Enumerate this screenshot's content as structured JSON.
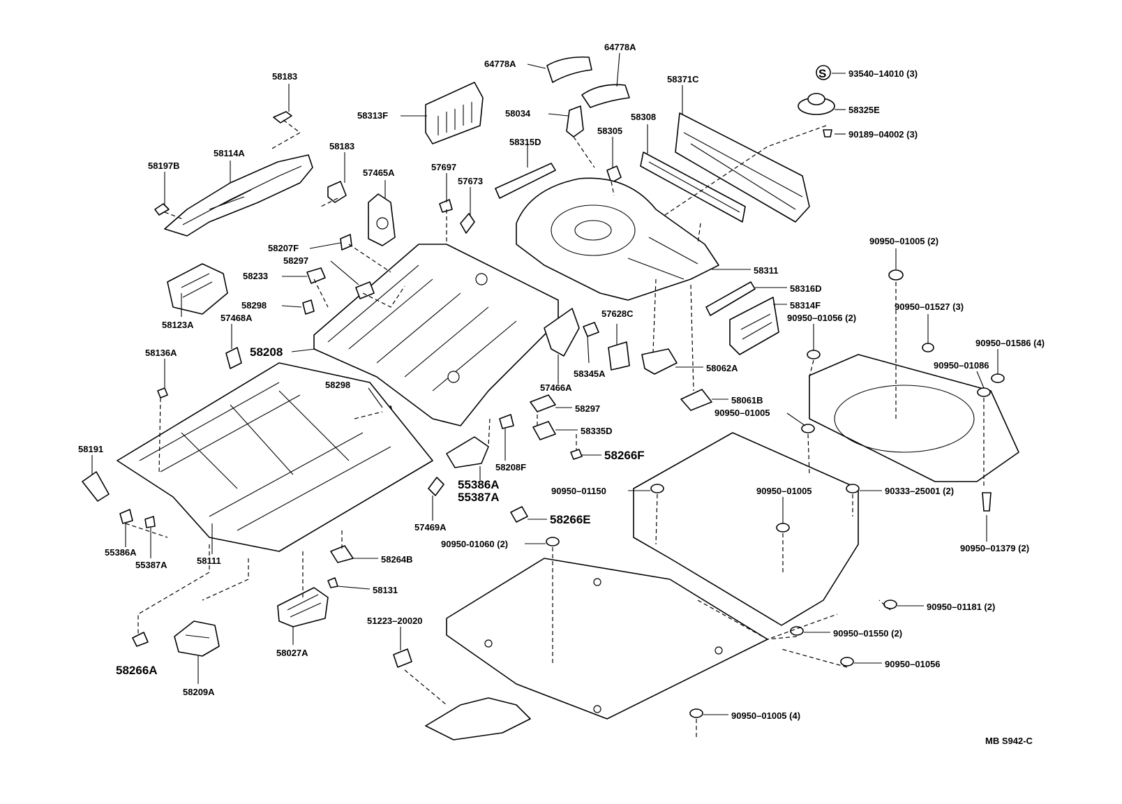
{
  "diagram_code": "MB S942-C",
  "labels": {
    "p58183a": "58183",
    "p58114a": "58114A",
    "p58197b": "58197B",
    "p58183b": "58183",
    "p57465a": "57465A",
    "p58313f": "58313F",
    "p64778a1": "64778A",
    "p64778a2": "64778A",
    "p58034": "58034",
    "p58371c": "58371C",
    "p93540": "93540–14010 (3)",
    "p58325e": "58325E",
    "p90189": "90189–04002 (3)",
    "p58315d": "58315D",
    "p58305": "58305",
    "p58308": "58308",
    "p57697": "57697",
    "p57673": "57673",
    "p58207f": "58207F",
    "p58297a": "58297",
    "p58233": "58233",
    "p58298a": "58298",
    "p58123a": "58123A",
    "p57468a": "57468A",
    "p58208": "58208",
    "p58136a": "58136A",
    "p58311": "58311",
    "p58316d": "58316D",
    "p58314f": "58314F",
    "p57628c": "57628C",
    "p58345a": "58345A",
    "p57466a": "57466A",
    "p58062a": "58062A",
    "p58061b": "58061B",
    "p58297b": "58297",
    "p58335d": "58335D",
    "p58266f": "58266F",
    "p58298b": "58298",
    "p58208f": "58208F",
    "p55386a_c": "55386A",
    "p55387a_c": "55387A",
    "p58266e": "58266E",
    "p57469a": "57469A",
    "p58191": "58191",
    "p55386a": "55386A",
    "p55387a": "55387A",
    "p58111": "58111",
    "p58264b": "58264B",
    "p58131": "58131",
    "p58266a": "58266A",
    "p58209a": "58209A",
    "p58027a": "58027A",
    "p51223": "51223–20020",
    "p90950_01005_2": "90950–01005 (2)",
    "p90950_01527": "90950–01527 (3)",
    "p90950_01056_2": "90950–01056 (2)",
    "p90950_01586": "90950–01586 (4)",
    "p90950_01086": "90950–01086",
    "p90950_01005_b": "90950–01005",
    "p90950_01150": "90950–01150",
    "p90950_01005_c": "90950–01005",
    "p90333": "90333–25001 (2)",
    "p90950_01379": "90950–01379 (2)",
    "p90950_01060": "90950-01060 (2)",
    "p90950_01181": "90950–01181 (2)",
    "p90950_01550": "90950–01550 (2)",
    "p90950_01056": "90950–01056",
    "p90950_01005_4": "90950–01005 (4)",
    "screw_symbol": "S"
  }
}
